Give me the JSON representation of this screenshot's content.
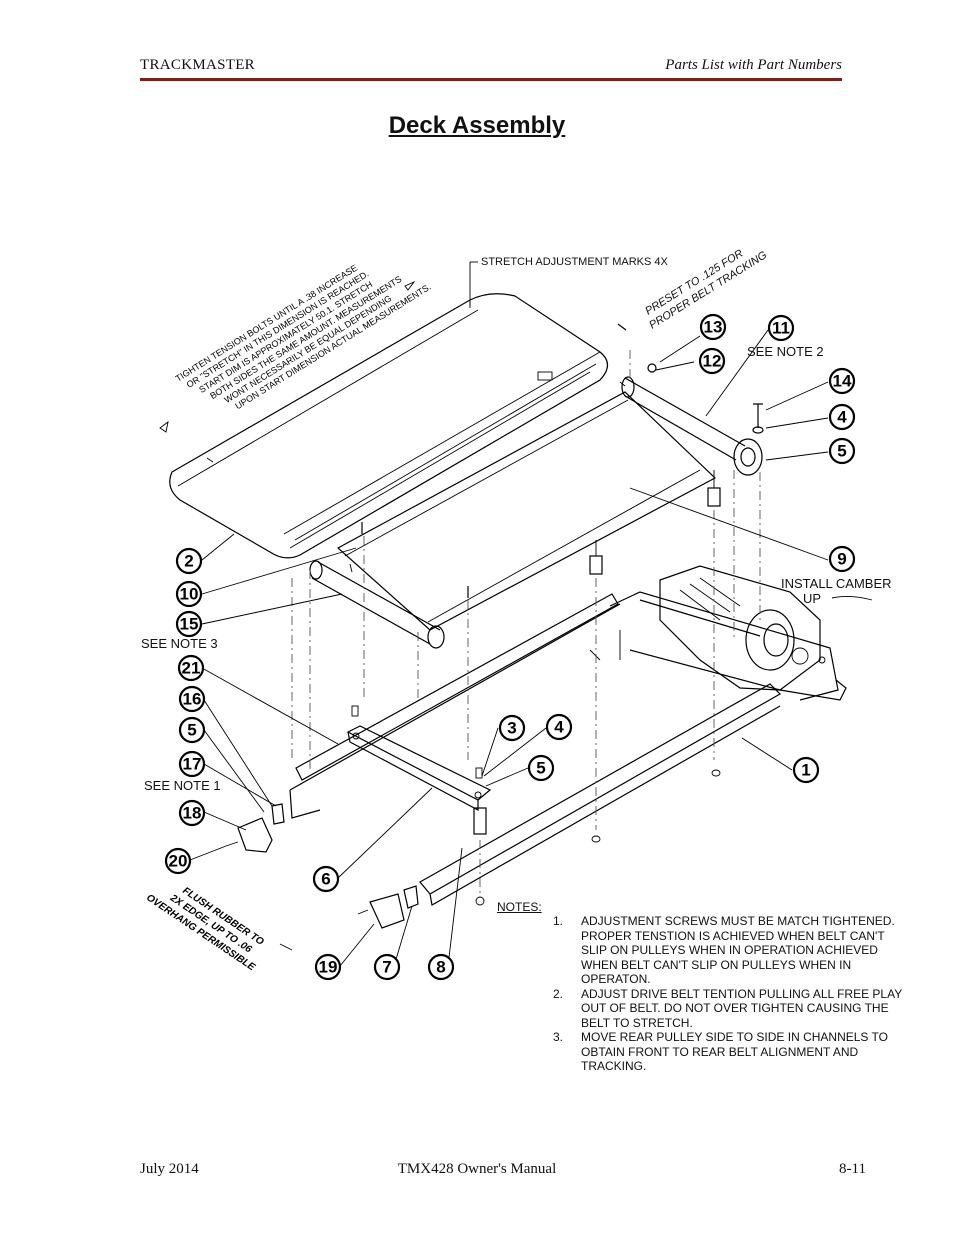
{
  "header": {
    "left": "TRACKMASTER",
    "right": "Parts List with Part Numbers"
  },
  "title": "Deck Assembly",
  "callouts": [
    {
      "num": "13"
    },
    {
      "num": "11"
    },
    {
      "num": "12"
    },
    {
      "num": "14"
    },
    {
      "num": "4"
    },
    {
      "num": "5"
    },
    {
      "num": "9"
    },
    {
      "num": "2"
    },
    {
      "num": "10"
    },
    {
      "num": "15"
    },
    {
      "num": "21"
    },
    {
      "num": "16"
    },
    {
      "num": "5"
    },
    {
      "num": "17"
    },
    {
      "num": "18"
    },
    {
      "num": "20"
    },
    {
      "num": "3"
    },
    {
      "num": "4"
    },
    {
      "num": "5"
    },
    {
      "num": "1"
    },
    {
      "num": "6"
    },
    {
      "num": "19"
    },
    {
      "num": "7"
    },
    {
      "num": "8"
    }
  ],
  "labels": {
    "stretch": "STRETCH ADJUSTMENT MARKS 4X",
    "preset_line1": "PRESET TO .125 FOR",
    "preset_line2": "PROPER BELT TRACKING",
    "see_note_2": "SEE NOTE 2",
    "see_note_3": "SEE NOTE 3",
    "see_note_1": "SEE NOTE 1",
    "camber_line1": "INSTALL CAMBER",
    "camber_line2": "UP",
    "tension": [
      "TIGHTEN TENSION BOLTS UNTIL A .38 INCREASE",
      "OR \"STRETCH\" IN THIS DIMENSION IS REACHED.",
      "START DIM IS APPROXIMATELY 50.1. STRETCH",
      "BOTH SIDES THE SAME AMOUNT. MEASUREMENTS",
      "WONT NECESSARILY BE EQUAL DEPENDING",
      "UPON START DIMENSION ACTUAL MEASUREMENTS."
    ],
    "flush": [
      "FLUSH RUBBER TO",
      "2X EDGE, UP TO .06",
      "OVERHANG PERMISSIBLE"
    ]
  },
  "notes": {
    "heading": "NOTES:",
    "items": [
      {
        "num": "1.",
        "text": "ADJUSTMENT SCREWS MUST BE MATCH TIGHTENED. PROPER TENSTION IS ACHIEVED WHEN BELT CAN'T SLIP ON PULLEYS WHEN IN OPERATION ACHIEVED WHEN BELT CAN'T SLIP ON PULLEYS WHEN IN OPERATON."
      },
      {
        "num": "2.",
        "text": "ADJUST DRIVE BELT TENTION PULLING ALL FREE PLAY OUT OF BELT. DO NOT OVER TIGHTEN CAUSING THE BELT TO STRETCH."
      },
      {
        "num": "3.",
        "text": "MOVE REAR PULLEY SIDE TO SIDE IN CHANNELS TO OBTAIN FRONT TO REAR BELT ALIGNMENT AND TRACKING."
      }
    ]
  },
  "footer": {
    "left": "July 2014",
    "center": "TMX428 Owner's Manual",
    "right": "8-11"
  }
}
